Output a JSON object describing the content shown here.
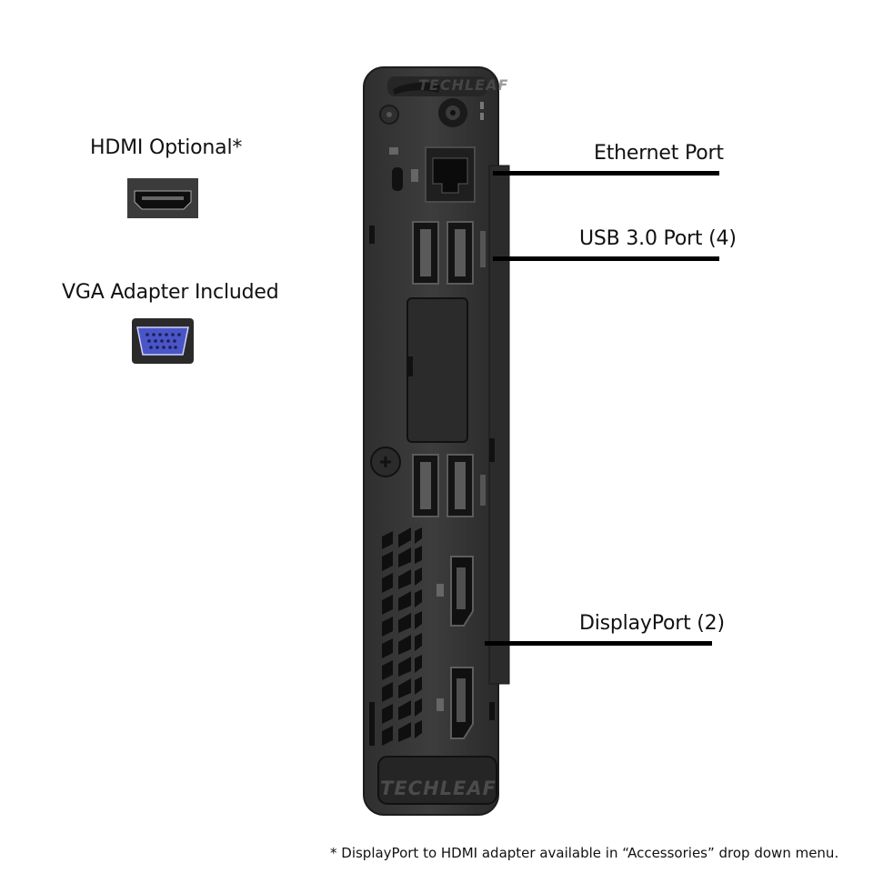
{
  "left_panel": {
    "hdmi_label": "HDMI Optional*",
    "vga_label": "VGA Adapter Included"
  },
  "callouts": {
    "ethernet": "Ethernet Port",
    "usb": "USB 3.0 Port (4)",
    "displayport": "DisplayPort (2)"
  },
  "watermark": "TECHLEAF",
  "footnote": "*  DisplayPort to HDMI adapter available in “Accessories” drop down menu.",
  "colors": {
    "chassis": "#3a3a3a",
    "panel": "#2c2c2c",
    "vga_blue": "#4a55c8"
  }
}
